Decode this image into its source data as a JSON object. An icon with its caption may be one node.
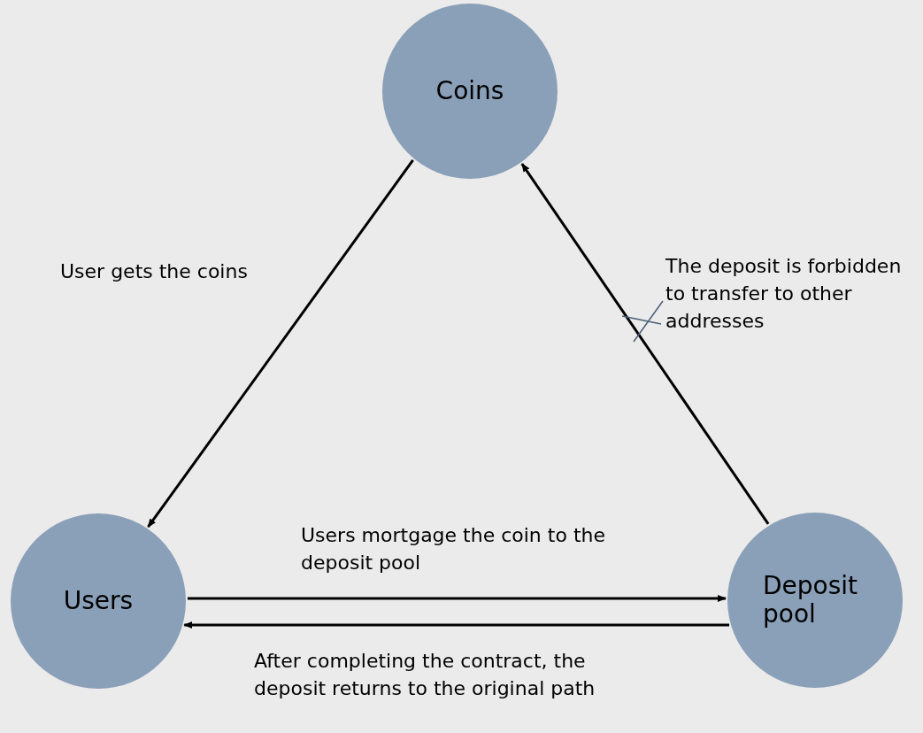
{
  "diagram": {
    "nodes": [
      {
        "text": [
          "Coins"
        ]
      },
      {
        "text": [
          "Users"
        ]
      },
      {
        "text": [
          "Deposit pool"
        ]
      }
    ],
    "edges": [
      {
        "from": 0,
        "to": 1,
        "arrow": "to",
        "label": "User gets the coins"
      },
      {
        "from": 2,
        "to": 0,
        "arrow": "to",
        "label": "The deposit is forbidden to transfer to other addresses"
      },
      {
        "from": 1,
        "to": 2,
        "arrow": "to",
        "label": "Users mortgage the coin to the deposit pool"
      },
      {
        "from": 2,
        "to": 1,
        "arrow": "to",
        "label": "After completing the contract, the deposit returns to the original path"
      }
    ]
  }
}
